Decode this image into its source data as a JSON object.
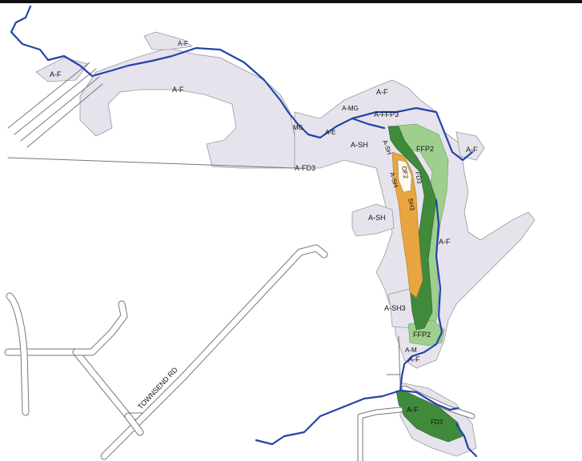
{
  "map": {
    "colors": {
      "background": "#ffffff",
      "top_border": "#111111",
      "parcel": "#e6e3ec",
      "parcel_outline": "#9a98a0",
      "river": "#2244aa",
      "light_green": "#9fcf8f",
      "dark_green": "#3f8a3b",
      "orange": "#e8a540",
      "road_edge": "#777777"
    },
    "labels": {
      "af_1": "A-F",
      "af_2": "A-F",
      "af_3": "A-F",
      "af_4": "A-F",
      "af_5": "A-F",
      "af_6": "A-F",
      "af_7": "A-F",
      "af_8": "A-F",
      "mg_1": "A-MG",
      "mg_2": "MG",
      "a_e": "A-E",
      "a_ffp3": "A-FFP3",
      "a_sh_1": "A-SH",
      "a_sh_2": "A-SH",
      "a_sh3": "A-SH3",
      "a_sh_v1": "A-SH",
      "a_sh_v2": "A-SH",
      "a_fd3": "A-FD3",
      "ffp2_1": "FFP2",
      "ffp2_2": "FFP2",
      "fd3_1": "FD3",
      "fd3_2": "FD3",
      "of2": "OF2",
      "sh3": "SH3",
      "a_m": "A-M",
      "road": "TOWNSEND RD"
    }
  }
}
